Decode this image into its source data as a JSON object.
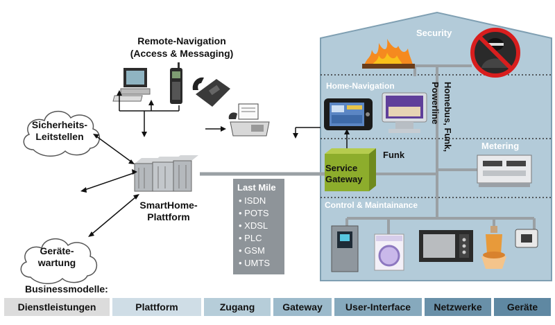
{
  "house": {
    "security": "Security",
    "home_navigation": "Home-Navigation",
    "homebus": "Homebus, Funk, Powerline",
    "funk": "Funk",
    "metering": "Metering",
    "service_gateway": "Service Gateway",
    "control_maintenance": "Control & Maintainance"
  },
  "remote_navigation": {
    "line1": "Remote-Navigation",
    "line2": "(Access & Messaging)"
  },
  "clouds": {
    "sicherheit": "Sicherheits-Leitstellen",
    "geraete": "Geräte-wartung"
  },
  "platform": {
    "line1": "SmartHome-",
    "line2": "Plattform"
  },
  "last_mile": {
    "title": "Last Mile",
    "items": [
      "ISDN",
      "POTS",
      "XDSL",
      "PLC",
      "GSM",
      "UMTS"
    ]
  },
  "business": {
    "title": "Businessmodelle:",
    "segments": [
      {
        "label": "Dienstleistungen",
        "color": "#dcdcdc"
      },
      {
        "label": "Plattform",
        "color": "#cfdde6"
      },
      {
        "label": "Zugang",
        "color": "#b6cdd9"
      },
      {
        "label": "Gateway",
        "color": "#9cbacb"
      },
      {
        "label": "User-Interface",
        "color": "#86a9bd"
      },
      {
        "label": "Netzwerke",
        "color": "#6990a8"
      },
      {
        "label": "Geräte",
        "color": "#5f88a2"
      }
    ]
  },
  "colors": {
    "house_fill": "#b3cbd9",
    "gateway_green": "#8dad2c",
    "last_mile_gray": "#8e9499"
  }
}
